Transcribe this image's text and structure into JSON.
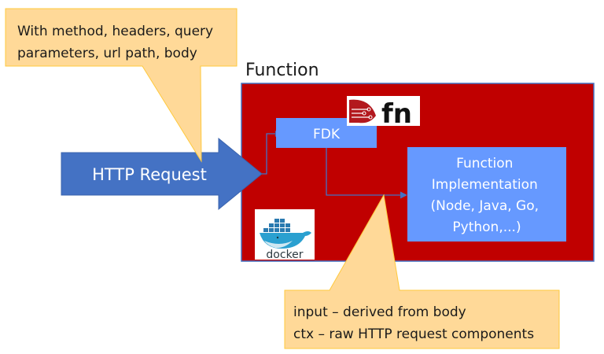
{
  "callout_top": {
    "lines": [
      "With method, headers, query",
      "parameters, url path, body"
    ]
  },
  "http_request": {
    "label": "HTTP Request"
  },
  "function_box": {
    "title": "Function",
    "fdk_label": "FDK",
    "implementation": {
      "lines": [
        "Function",
        "Implementation",
        "(Node, Java, Go,",
        "Python,...)"
      ]
    },
    "fn_logo": {
      "text": "fn",
      "icon": "fn-project-logo"
    },
    "docker_logo": {
      "text": "docker",
      "icon": "docker-whale-logo"
    }
  },
  "callout_bottom": {
    "lines": [
      "input – derived from body",
      "ctx – raw HTTP request components"
    ]
  },
  "colors": {
    "callout_fill": "#FFD998",
    "callout_border": "#FFC93C",
    "function_fill": "#C00000",
    "function_border": "#4472C4",
    "inner_box_fill": "#6699FF",
    "arrow_fill": "#4472C4",
    "connector": "#4472C4",
    "text_dark": "#1a1a1a",
    "text_light": "#ffffff"
  }
}
